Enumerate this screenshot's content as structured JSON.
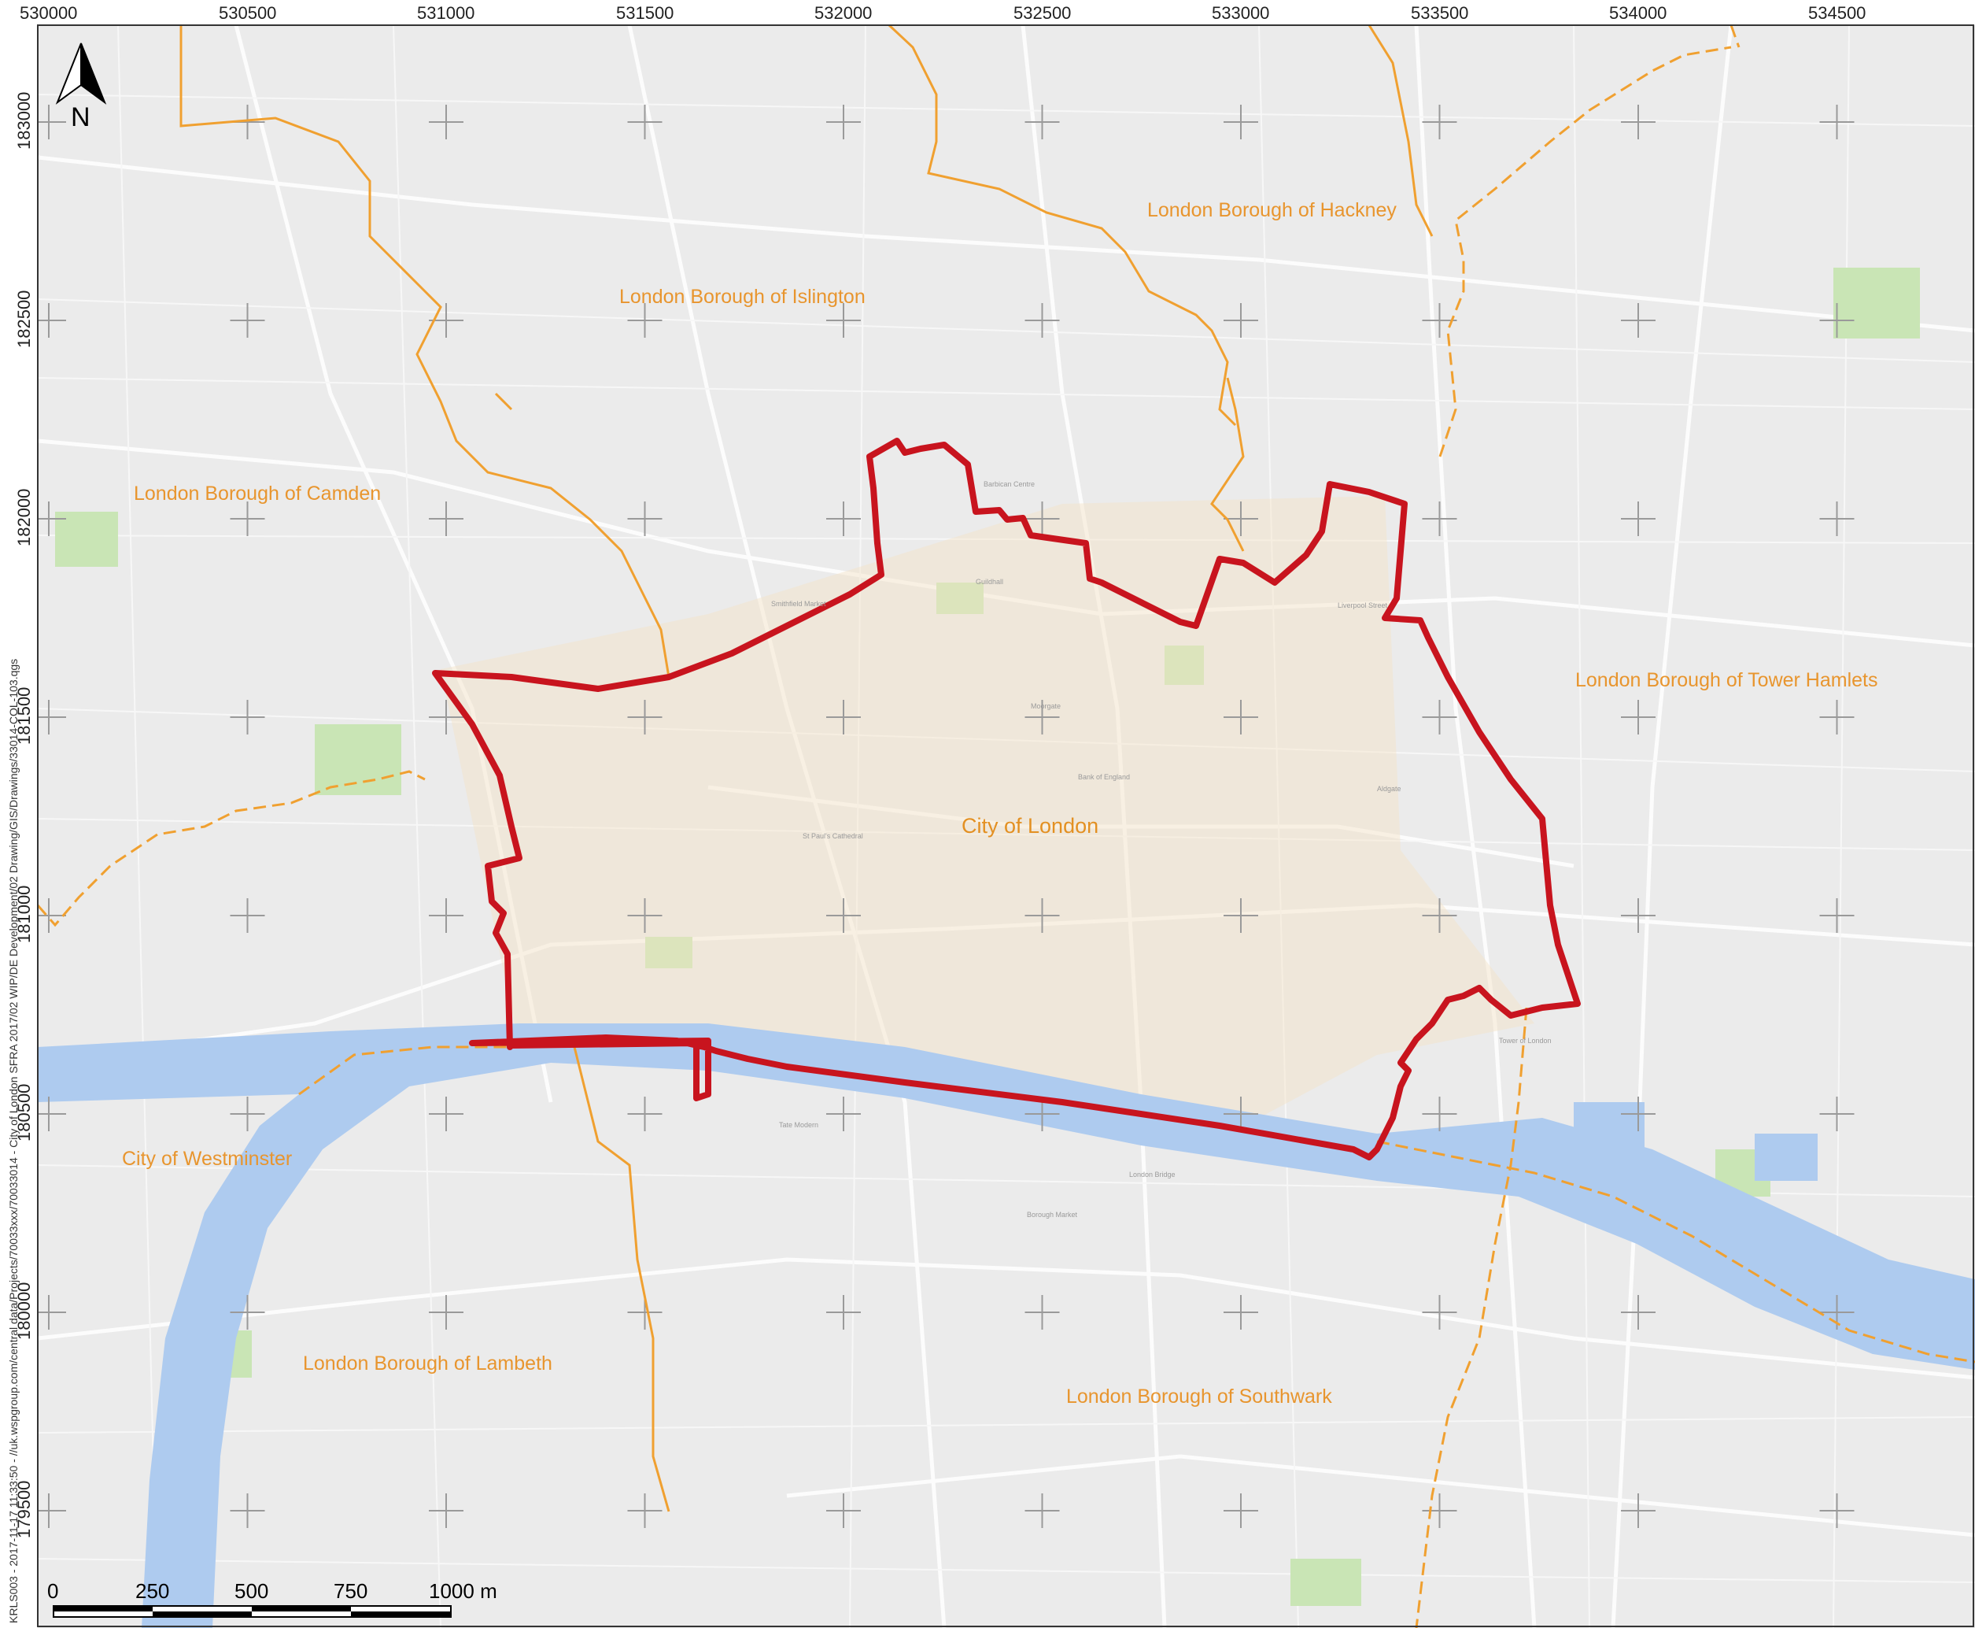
{
  "map": {
    "north_label": "N",
    "x_ticks": [
      "530000",
      "530500",
      "531000",
      "531500",
      "532000",
      "532500",
      "533000",
      "533500",
      "534000",
      "534500"
    ],
    "y_ticks": [
      "183000",
      "182500",
      "182000",
      "181500",
      "181000",
      "180500",
      "180000",
      "179500"
    ],
    "areas": {
      "hackney": "London Borough of Hackney",
      "islington": "London Borough of Islington",
      "camden": "London Borough of Camden",
      "tower_hamlets": "London Borough of Tower Hamlets",
      "city": "City of London",
      "westminster": "City of Westminster",
      "lambeth": "London Borough of Lambeth",
      "southwark": "London Borough of Southwark"
    },
    "scale_bar": {
      "labels": [
        "0",
        "250",
        "500",
        "750",
        "1000 m"
      ]
    },
    "side_note": "KRLS003 - 2017-11-17 11:33:50 - //uk.wspgroup.com/central data/Projects/70033xxx/70033014 - City of London SFRA 2017/02 WIP/DE Development/02 Drawing/GIS/Drawings/33014-COL-103.qgs",
    "colors": {
      "boundary": "#c8141e",
      "borough_line": "#f0a030",
      "river": "#aecbef",
      "land": "#ebebeb",
      "park": "#c9e5b5"
    },
    "poi_labels": [
      "Liverpool Street",
      "Bank of England",
      "Barbican Centre",
      "Tower of London",
      "London Bridge",
      "Tate Modern",
      "St Paul's Cathedral",
      "Moorgate",
      "Aldgate",
      "Borough Market",
      "Guildhall",
      "Smithfield Market"
    ]
  }
}
